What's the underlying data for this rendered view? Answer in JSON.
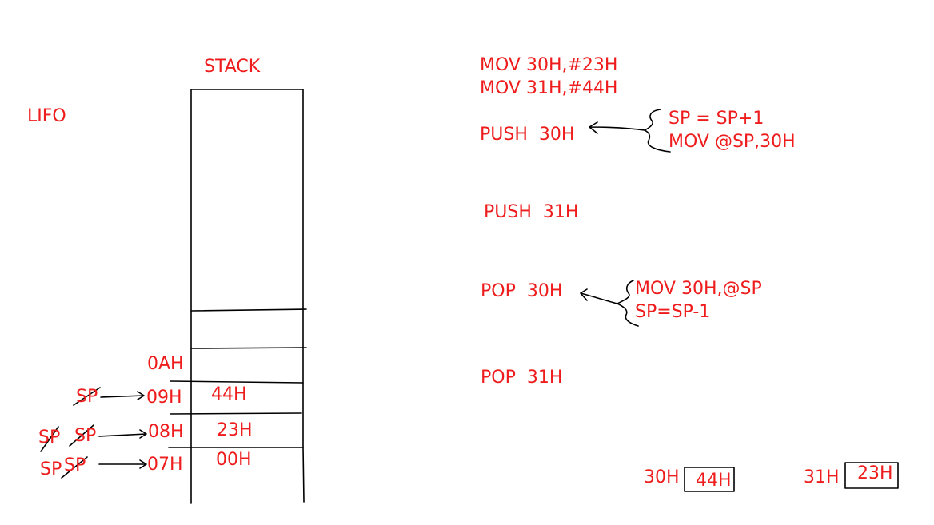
{
  "colors": {
    "ink": "#ee1c1c",
    "line": "#000000"
  },
  "stack_title": "STACK",
  "lifo": "LIFO",
  "addresses": [
    "0AH",
    "09H",
    "08H",
    "07H"
  ],
  "cells": [
    "44H",
    "23H",
    "00H"
  ],
  "sp": {
    "to_09": "SP",
    "to_08_struck": "SP",
    "to_08": "SP",
    "to_07_struck": "SP",
    "to_07": "SP"
  },
  "instructions": {
    "mov1": "MOV 30H,#23H",
    "mov2": "MOV 31H,#44H",
    "push1": "PUSH  30H",
    "push1_expand": [
      "SP = SP+1",
      "MOV @SP,30H"
    ],
    "push2": "PUSH  31H",
    "pop1": "POP  30H",
    "pop1_expand": [
      "MOV 30H,@SP",
      "SP=SP-1"
    ],
    "pop2": "POP  31H"
  },
  "registers": [
    {
      "label": "30H",
      "value": "44H"
    },
    {
      "label": "31H",
      "value": "23H"
    }
  ]
}
